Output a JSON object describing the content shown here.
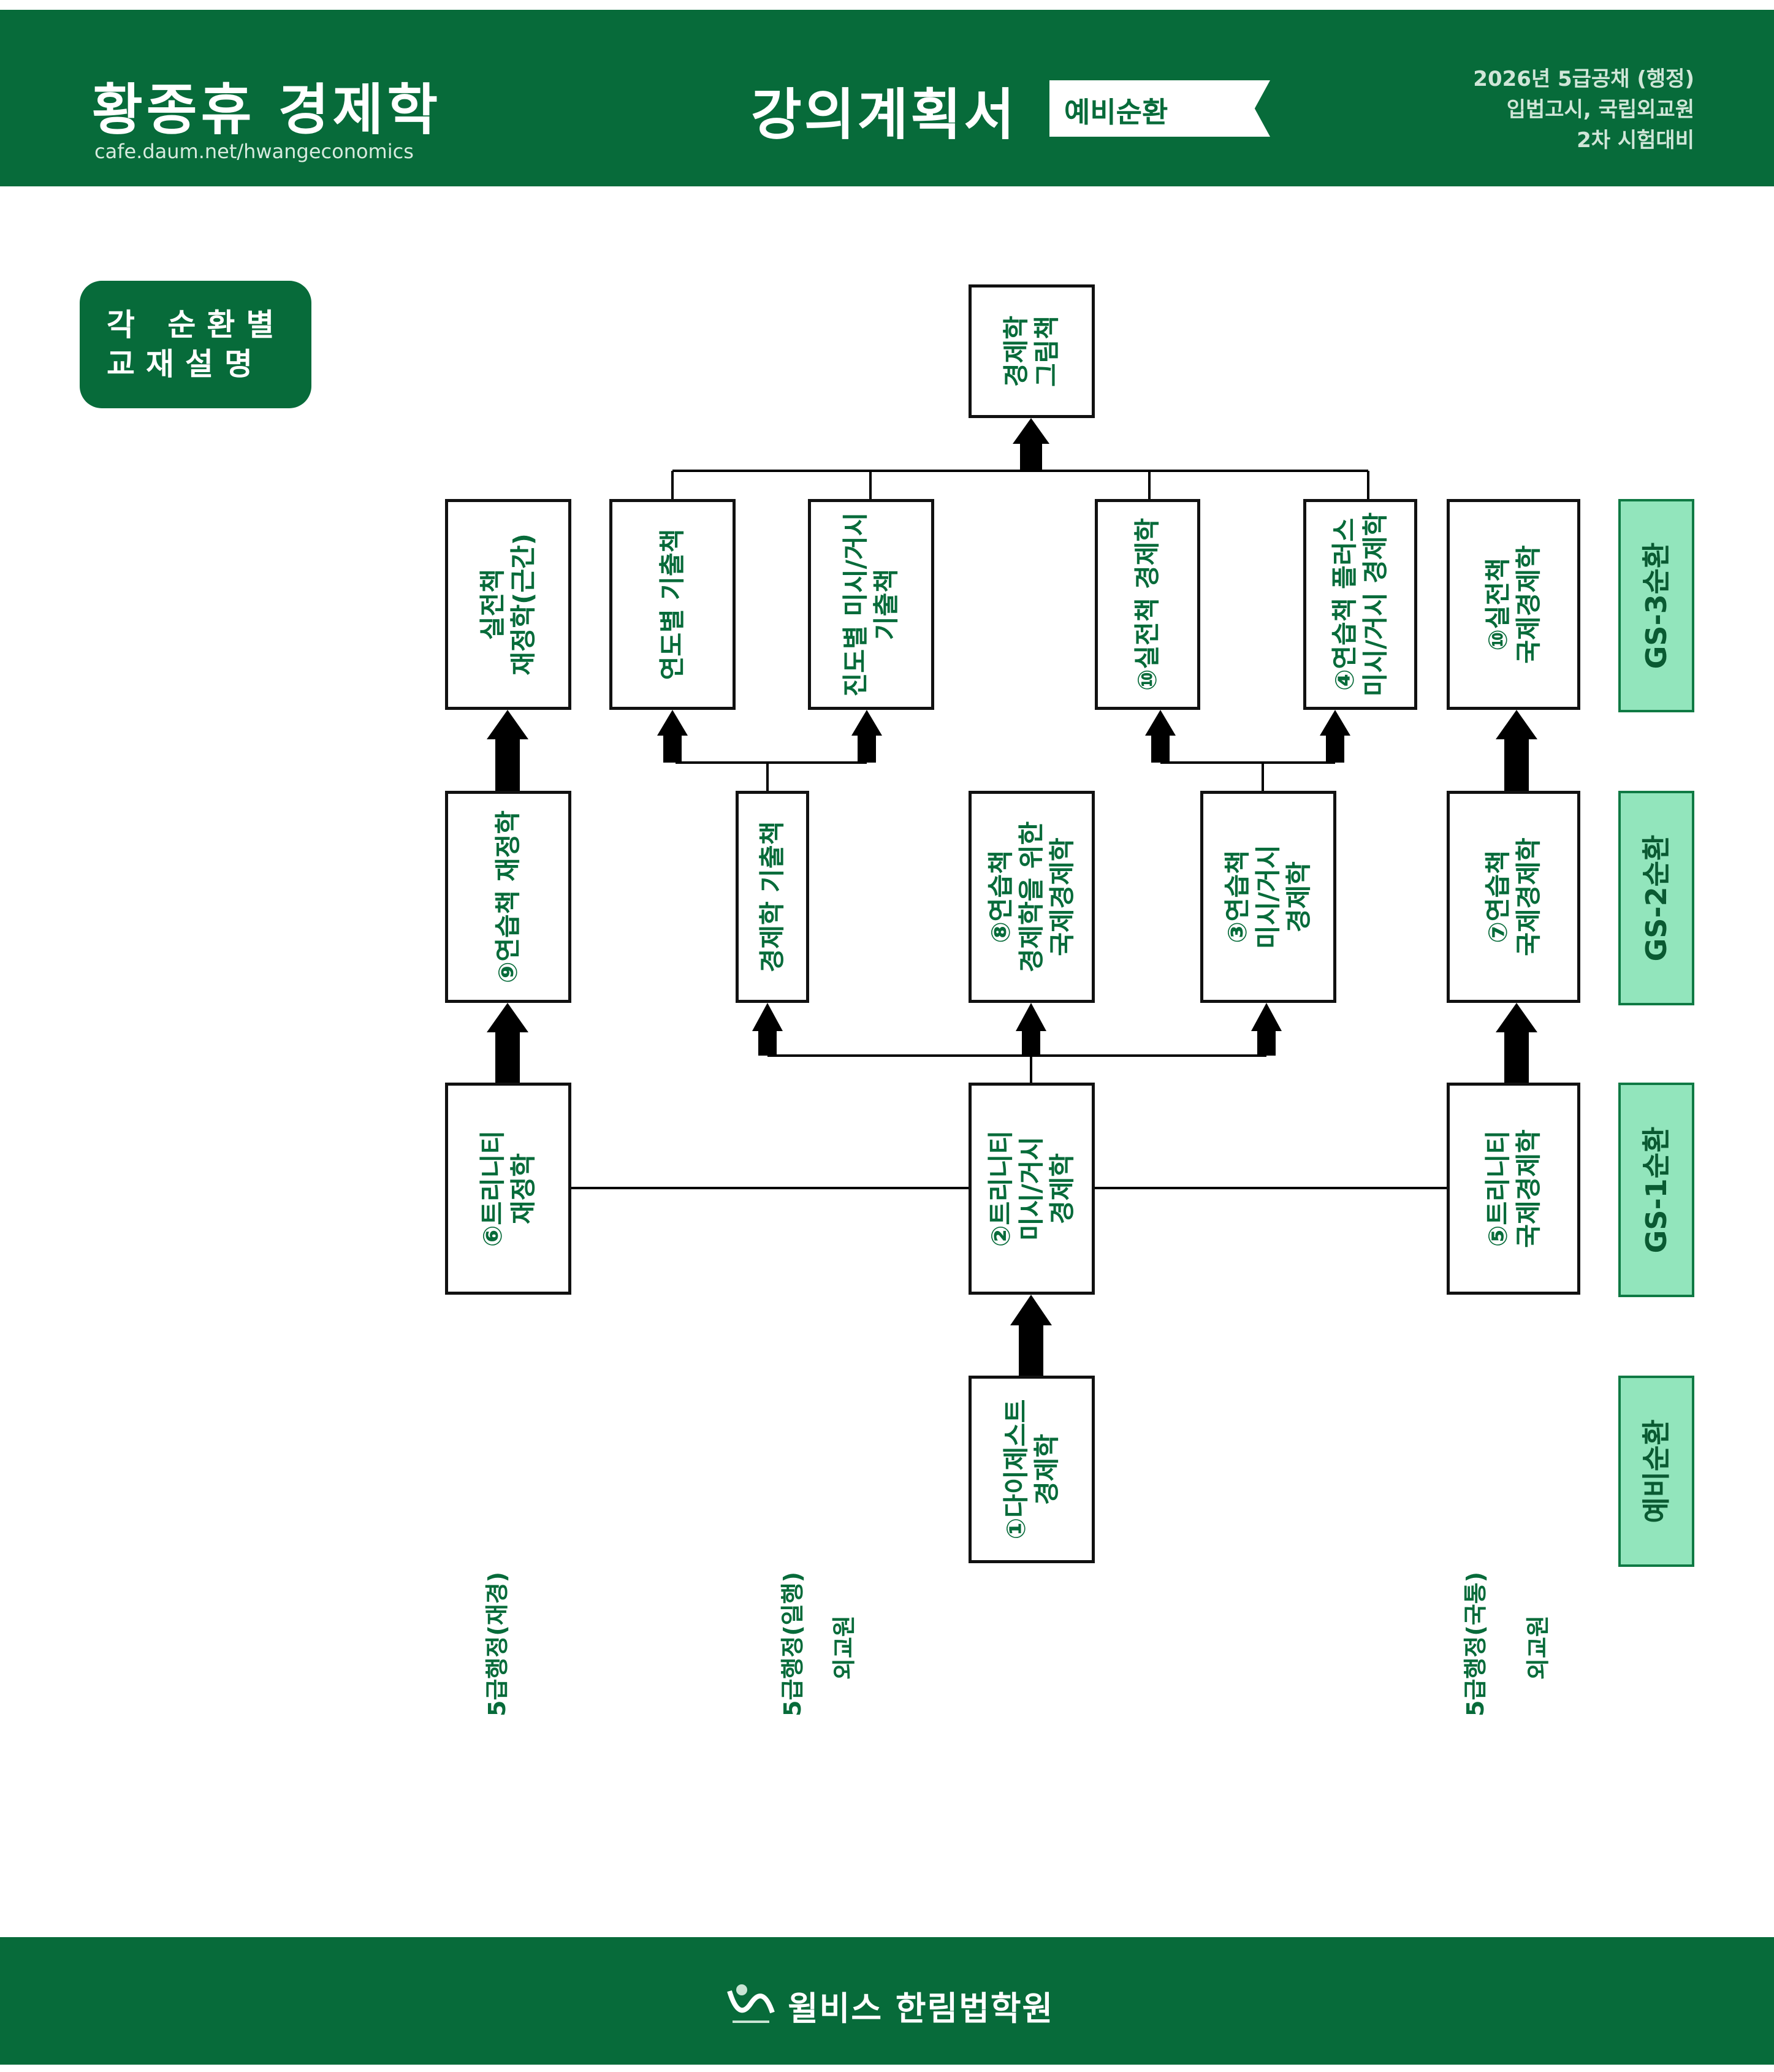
{
  "header": {
    "title": "황종휴 경제학",
    "url": "cafe.daum.net/hwangeconomics",
    "plan_title": "강의계획서",
    "ribbon": "예비순환",
    "info": [
      "2026년 5급공채 (행정)",
      "입법고시, 국립외교원",
      "2차 시험대비"
    ]
  },
  "tag": {
    "line1": "각 순환별",
    "line2": "교재설명"
  },
  "diagram": {
    "top": {
      "l1": "경제학",
      "l2": "그림책"
    },
    "gs3_silrjeon_fin": {
      "l1": "실전책",
      "l2": "재정학(근간)"
    },
    "gs3_yeondo": {
      "l1": "연도별 기출책",
      "l2": ""
    },
    "gs3_jindo": {
      "l1": "진도별 미시/거시",
      "l2": "기출책"
    },
    "gs3_silrjeon_econ": {
      "l1": "⑩실전책 경제학",
      "l2": ""
    },
    "gs3_yeonseup_plus": {
      "l1": "④연습책 플러스",
      "l2": "미시/거시 경제학"
    },
    "gs3_silrjeon_intl": {
      "l1": "⑩실전책",
      "l2": "국제경제학"
    },
    "gs2_fin": {
      "l1": "⑨연습책 재정학",
      "l2": ""
    },
    "gs2_gichul": {
      "l1": "경제학 기출책",
      "l2": ""
    },
    "gs2_for_intl": {
      "l1": "⑧연습책",
      "l2": "경제학을 위한",
      "l3": "국제경제학"
    },
    "gs2_micro_macro": {
      "l1": "③연습책",
      "l2": "미시/거시",
      "l3": "경제학"
    },
    "gs2_intl": {
      "l1": "⑦연습책",
      "l2": "국제경제학"
    },
    "gs1_fin": {
      "l1": "⑥트리니티",
      "l2": "재정학"
    },
    "gs1_econ": {
      "l1": "②트리니티",
      "l2": "미시/거시",
      "l3": "경제학"
    },
    "gs1_intl": {
      "l1": "⑤트리니티",
      "l2": "국제경제학"
    },
    "pre": {
      "l1": "①다이제스트",
      "l2": "경제학"
    }
  },
  "stages": {
    "gs3": "GS-3순환",
    "gs2": "GS-2순환",
    "gs1": "GS-1순환",
    "pre": "예비순환"
  },
  "tracks": {
    "finance": {
      "l1": "5급행정(재경)"
    },
    "general": {
      "l1": "5급행정(일행)",
      "l2": "외교원"
    },
    "intl": {
      "l1": "5급행정(국통)",
      "l2": "외교원"
    }
  },
  "footer": {
    "brand": "윌비스 한림법학원"
  },
  "colors": {
    "primary": "#076b3a",
    "stage_bg": "#92e5bc"
  }
}
